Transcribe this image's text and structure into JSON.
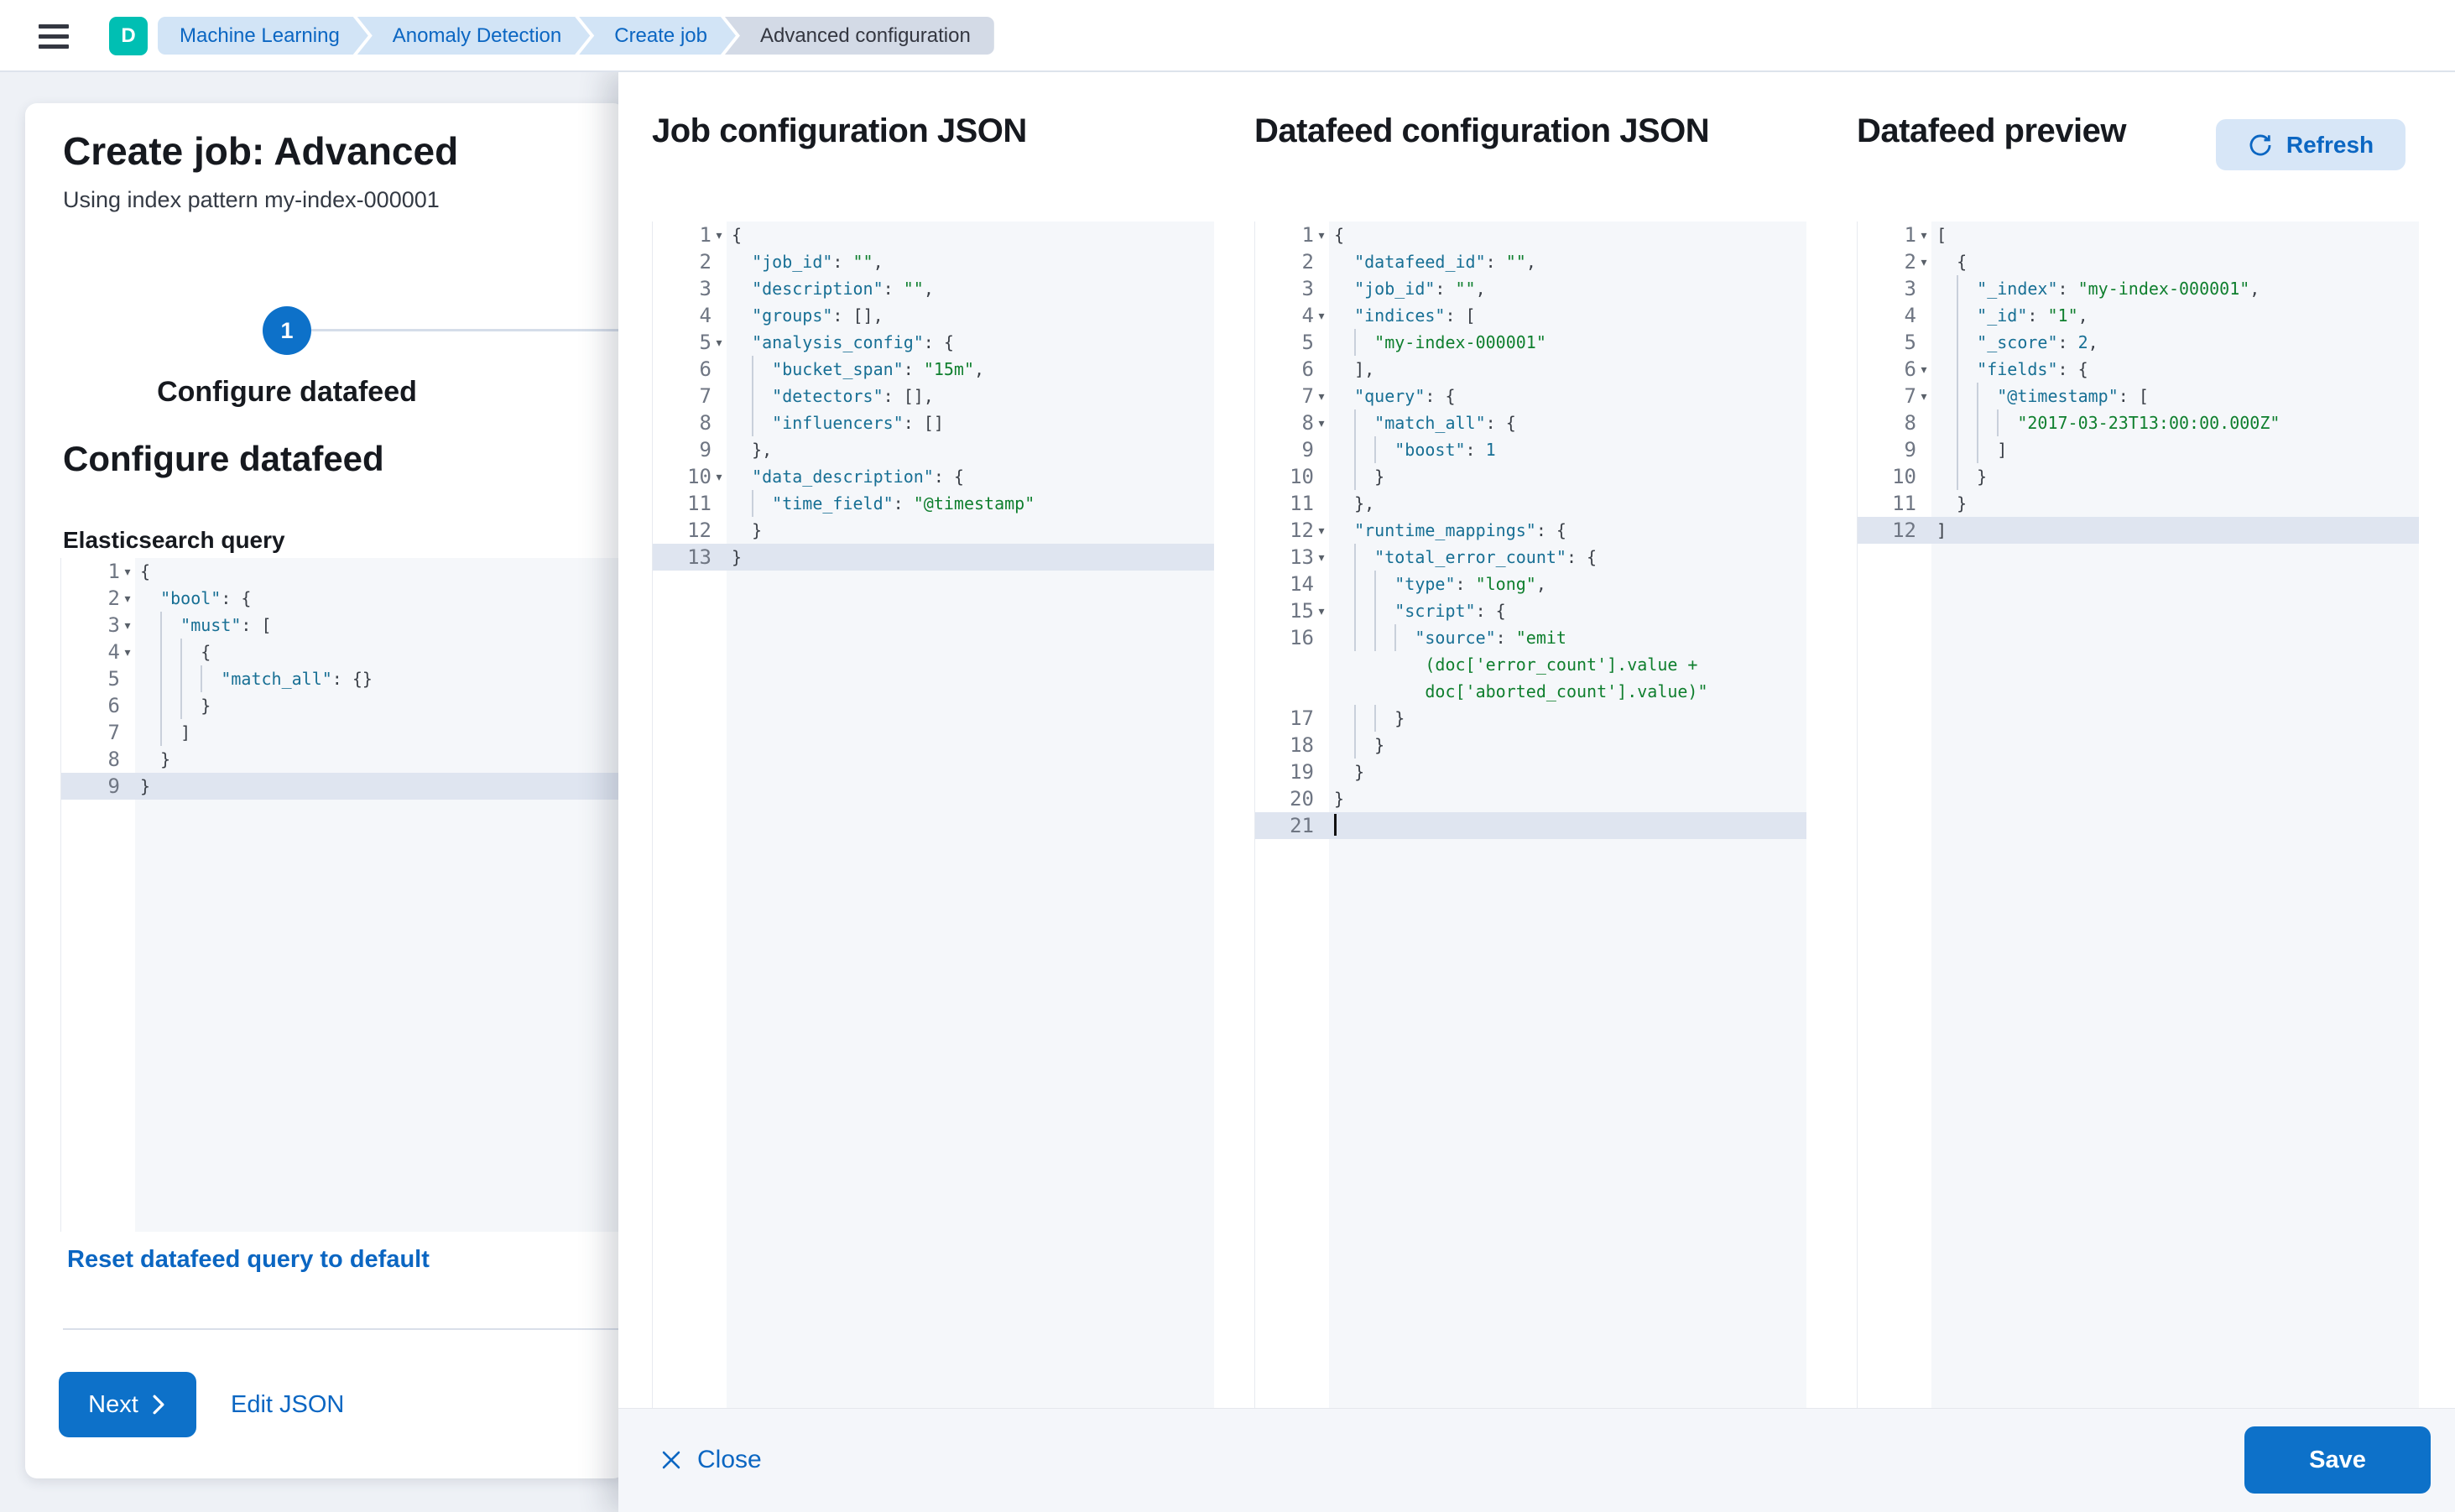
{
  "chrome": {
    "avatar_initial": "D",
    "breadcrumbs": [
      {
        "label": "Machine Learning",
        "current": false
      },
      {
        "label": "Anomaly Detection",
        "current": false
      },
      {
        "label": "Create job",
        "current": false
      },
      {
        "label": "Advanced configuration",
        "current": true
      }
    ]
  },
  "wizard": {
    "title": "Create job: Advanced",
    "subtitle": "Using index pattern my-index-000001",
    "step": {
      "number": "1",
      "label": "Configure datafeed"
    },
    "section_heading": "Configure datafeed",
    "query_label": "Elasticsearch query",
    "reset_link": "Reset datafeed query to default",
    "next_button": "Next",
    "edit_json_button": "Edit JSON",
    "es_query_editor": {
      "active_line": 9,
      "fold_lines": [
        1,
        2,
        3,
        4
      ],
      "lines": [
        {
          "n": 1,
          "t": "{"
        },
        {
          "n": 2,
          "t": "  \"bool\": {"
        },
        {
          "n": 3,
          "t": "    \"must\": ["
        },
        {
          "n": 4,
          "t": "      {"
        },
        {
          "n": 5,
          "t": "        \"match_all\": {}"
        },
        {
          "n": 6,
          "t": "      }"
        },
        {
          "n": 7,
          "t": "    ]"
        },
        {
          "n": 8,
          "t": "  }"
        },
        {
          "n": 9,
          "t": "}"
        }
      ]
    }
  },
  "flyout": {
    "close_button": "Close",
    "save_button": "Save",
    "panels": [
      {
        "title": "Job configuration JSON",
        "editor": {
          "active_line": 13,
          "fold_lines": [
            1,
            5,
            10
          ],
          "lines": [
            {
              "n": 1,
              "t": "{"
            },
            {
              "n": 2,
              "t": "  \"job_id\": \"\","
            },
            {
              "n": 3,
              "t": "  \"description\": \"\","
            },
            {
              "n": 4,
              "t": "  \"groups\": [],"
            },
            {
              "n": 5,
              "t": "  \"analysis_config\": {"
            },
            {
              "n": 6,
              "t": "    \"bucket_span\": \"15m\","
            },
            {
              "n": 7,
              "t": "    \"detectors\": [],"
            },
            {
              "n": 8,
              "t": "    \"influencers\": []"
            },
            {
              "n": 9,
              "t": "  },"
            },
            {
              "n": 10,
              "t": "  \"data_description\": {"
            },
            {
              "n": 11,
              "t": "    \"time_field\": \"@timestamp\""
            },
            {
              "n": 12,
              "t": "  }"
            },
            {
              "n": 13,
              "t": "}"
            }
          ]
        }
      },
      {
        "title": "Datafeed configuration JSON",
        "editor": {
          "active_line": 21,
          "cursor_line": 21,
          "fold_lines": [
            1,
            4,
            7,
            8,
            12,
            13,
            15
          ],
          "lines": [
            {
              "n": 1,
              "t": "{"
            },
            {
              "n": 2,
              "t": "  \"datafeed_id\": \"\","
            },
            {
              "n": 3,
              "t": "  \"job_id\": \"\","
            },
            {
              "n": 4,
              "t": "  \"indices\": ["
            },
            {
              "n": 5,
              "t": "    \"my-index-000001\""
            },
            {
              "n": 6,
              "t": "  ],"
            },
            {
              "n": 7,
              "t": "  \"query\": {"
            },
            {
              "n": 8,
              "t": "    \"match_all\": {"
            },
            {
              "n": 9,
              "t": "      \"boost\": 1"
            },
            {
              "n": 10,
              "t": "    }"
            },
            {
              "n": 11,
              "t": "  },"
            },
            {
              "n": 12,
              "t": "  \"runtime_mappings\": {"
            },
            {
              "n": 13,
              "t": "    \"total_error_count\": {"
            },
            {
              "n": 14,
              "t": "      \"type\": \"long\","
            },
            {
              "n": 15,
              "t": "      \"script\": {"
            },
            {
              "n": 16,
              "t": "        \"source\": \"emit"
            },
            {
              "n": null,
              "t": "         (doc['error_count'].value +",
              "str": true
            },
            {
              "n": null,
              "t": "         doc['aborted_count'].value)\"",
              "str": true
            },
            {
              "n": 17,
              "t": "      }"
            },
            {
              "n": 18,
              "t": "    }"
            },
            {
              "n": 19,
              "t": "  }"
            },
            {
              "n": 20,
              "t": "}"
            },
            {
              "n": 21,
              "t": ""
            }
          ]
        }
      },
      {
        "title": "Datafeed preview",
        "refresh_button": "Refresh",
        "editor": {
          "active_line": 12,
          "fold_lines": [
            1,
            2,
            6,
            7
          ],
          "lines": [
            {
              "n": 1,
              "t": "["
            },
            {
              "n": 2,
              "t": "  {"
            },
            {
              "n": 3,
              "t": "    \"_index\": \"my-index-000001\","
            },
            {
              "n": 4,
              "t": "    \"_id\": \"1\","
            },
            {
              "n": 5,
              "t": "    \"_score\": 2,"
            },
            {
              "n": 6,
              "t": "    \"fields\": {"
            },
            {
              "n": 7,
              "t": "      \"@timestamp\": ["
            },
            {
              "n": 8,
              "t": "        \"2017-03-23T13:00:00.000Z\""
            },
            {
              "n": 9,
              "t": "      ]"
            },
            {
              "n": 10,
              "t": "    }"
            },
            {
              "n": 11,
              "t": "  }"
            },
            {
              "n": 12,
              "t": "]"
            }
          ]
        }
      }
    ]
  },
  "colors": {
    "primary_button": "#0d71c9",
    "link": "#0b66c2",
    "avatar_background": "#00bfb3",
    "code_key_and_number": "#176f94",
    "code_string": "#0f7f2e",
    "active_line_highlight": "#dfe5f0",
    "editor_background": "#f5f7fa"
  }
}
